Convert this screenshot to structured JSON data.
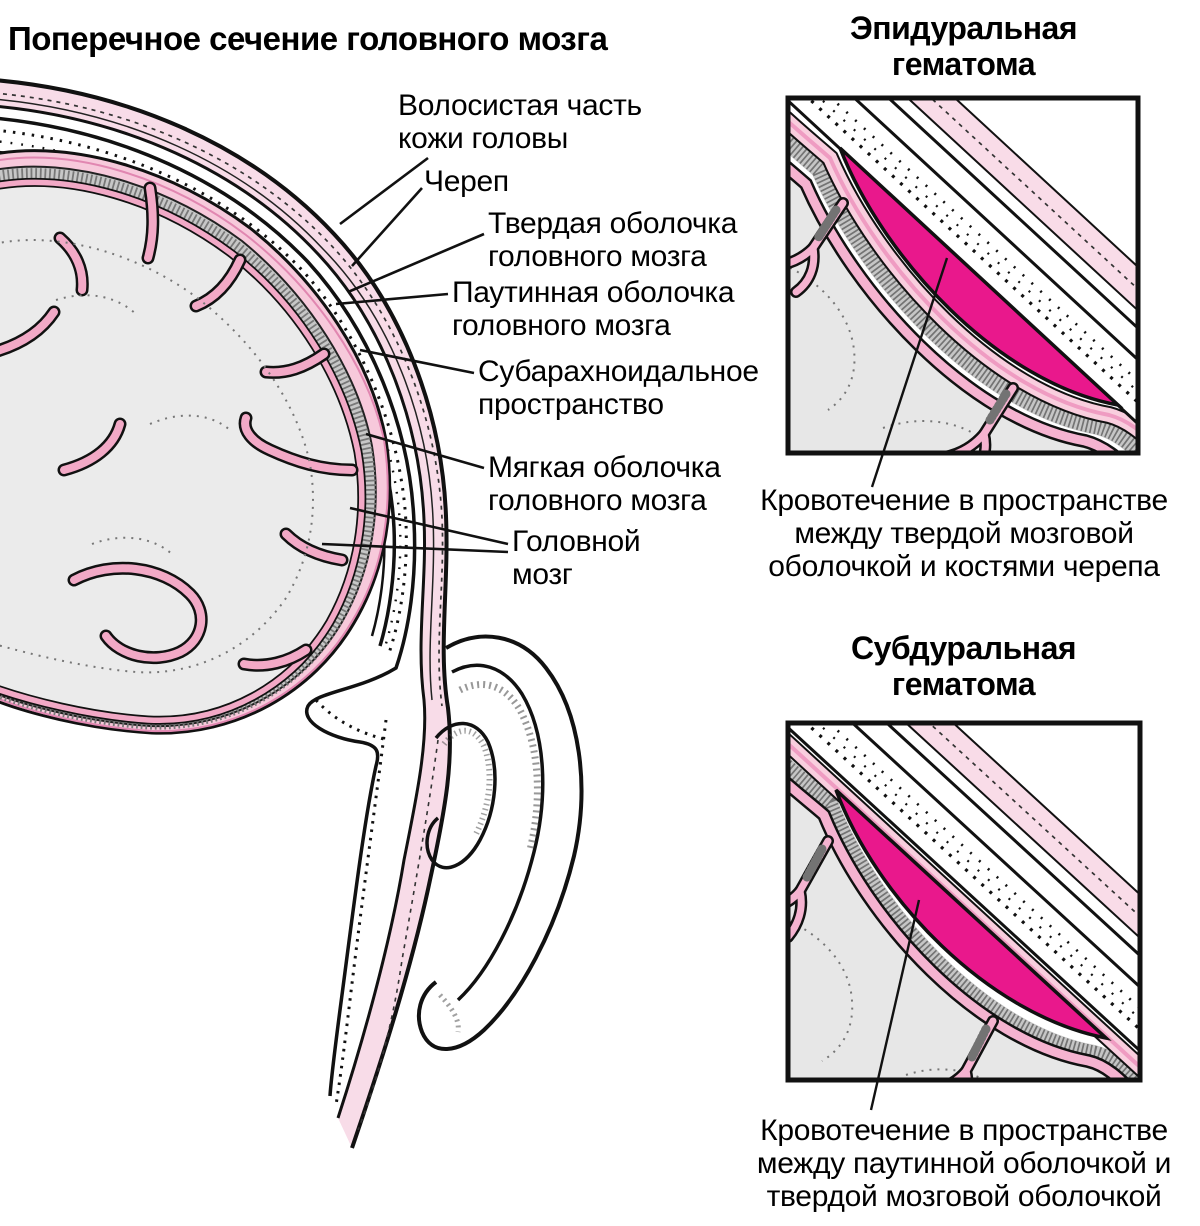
{
  "figure_title": "Поперечное сечение головного мозга",
  "anatomy_labels": {
    "scalp": "Волосистая часть\nкожи головы",
    "skull": "Череп",
    "dura": "Твердая оболочка\nголовного мозга",
    "arachnoid": "Паутинная оболочка\nголовного мозга",
    "subarachnoid": "Субарахноидальное\nпространство",
    "pia": "Мягкая оболочка\nголовного мозга",
    "brain": "Головной\nмозг"
  },
  "epidural_panel": {
    "title": "Эпидуральная\nгематома",
    "caption": "Кровотечение в пространстве\nмежду твердой мозговой\nоболочкой и костями черепа"
  },
  "subdural_panel": {
    "title": "Субдуральная\nгематома",
    "caption": "Кровотечение в пространстве\nмежду паутинной оболочкой и\nтвердой мозговой оболочкой"
  },
  "colors": {
    "hematoma_magenta": "#E9188C",
    "scalp_pink": "#F8DCE8",
    "dura_pink": "#F7C9DB",
    "pia_pink": "#F2A9C6",
    "subarachnoid_gray": "#C7C7C7",
    "brain_gray": "#EBEBEB",
    "outline_black": "#111111"
  }
}
